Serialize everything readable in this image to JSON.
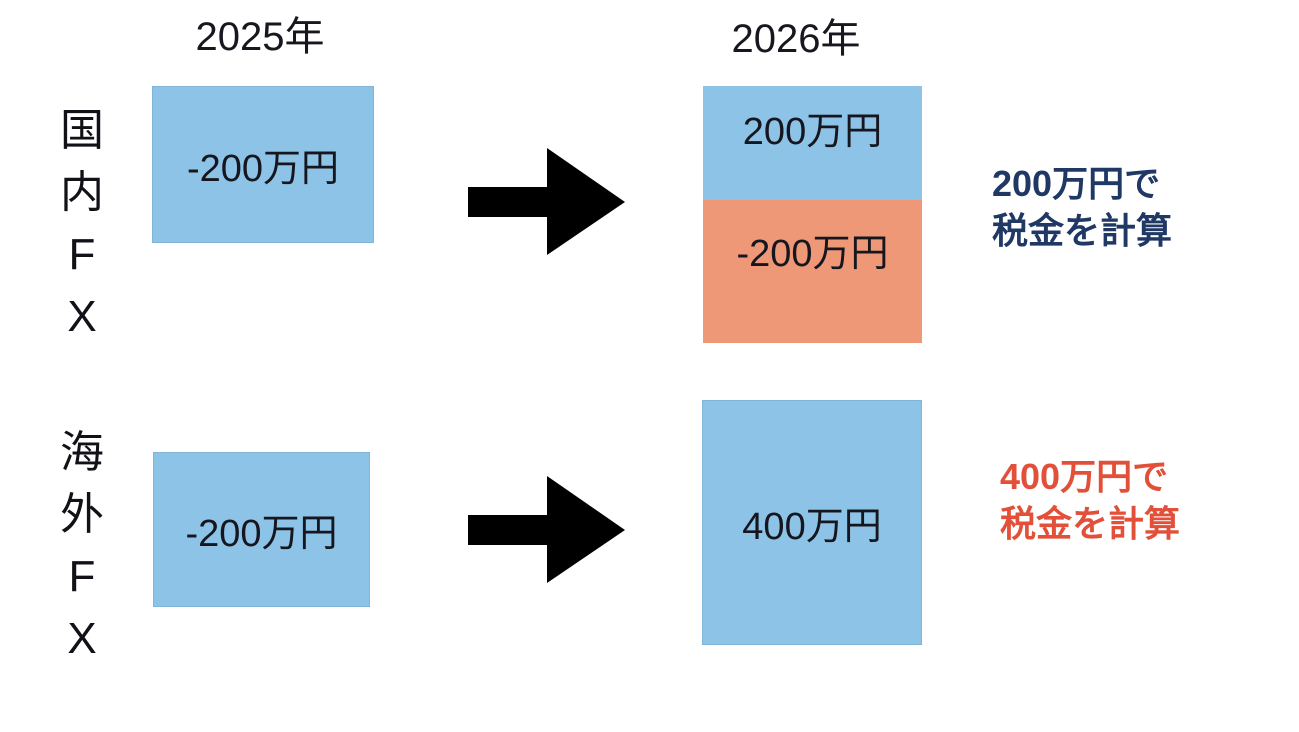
{
  "columns": {
    "year_2025": "2025年",
    "year_2026": "2026年"
  },
  "rows": {
    "domestic": {
      "label": "国内FX",
      "y2025_box": {
        "value": "-200万円"
      },
      "y2026_box": {
        "profit": "200万円",
        "loss": "-200万円"
      },
      "note": {
        "line1": "200万円で",
        "line2": "税金を計算"
      }
    },
    "overseas": {
      "label": "海外FX",
      "y2025_box": {
        "value": "-200万円"
      },
      "y2026_box": {
        "value": "400万円"
      },
      "note": {
        "line1": "400万円で",
        "line2": "税金を計算"
      }
    }
  },
  "colors": {
    "box_blue": "#8DC3E7",
    "box_salmon": "#EF9878",
    "note_navy": "#1F3864",
    "note_red": "#E2503A",
    "arrow_black": "#000000",
    "background": "#FFFFFF",
    "text_dark": "#17171F"
  }
}
